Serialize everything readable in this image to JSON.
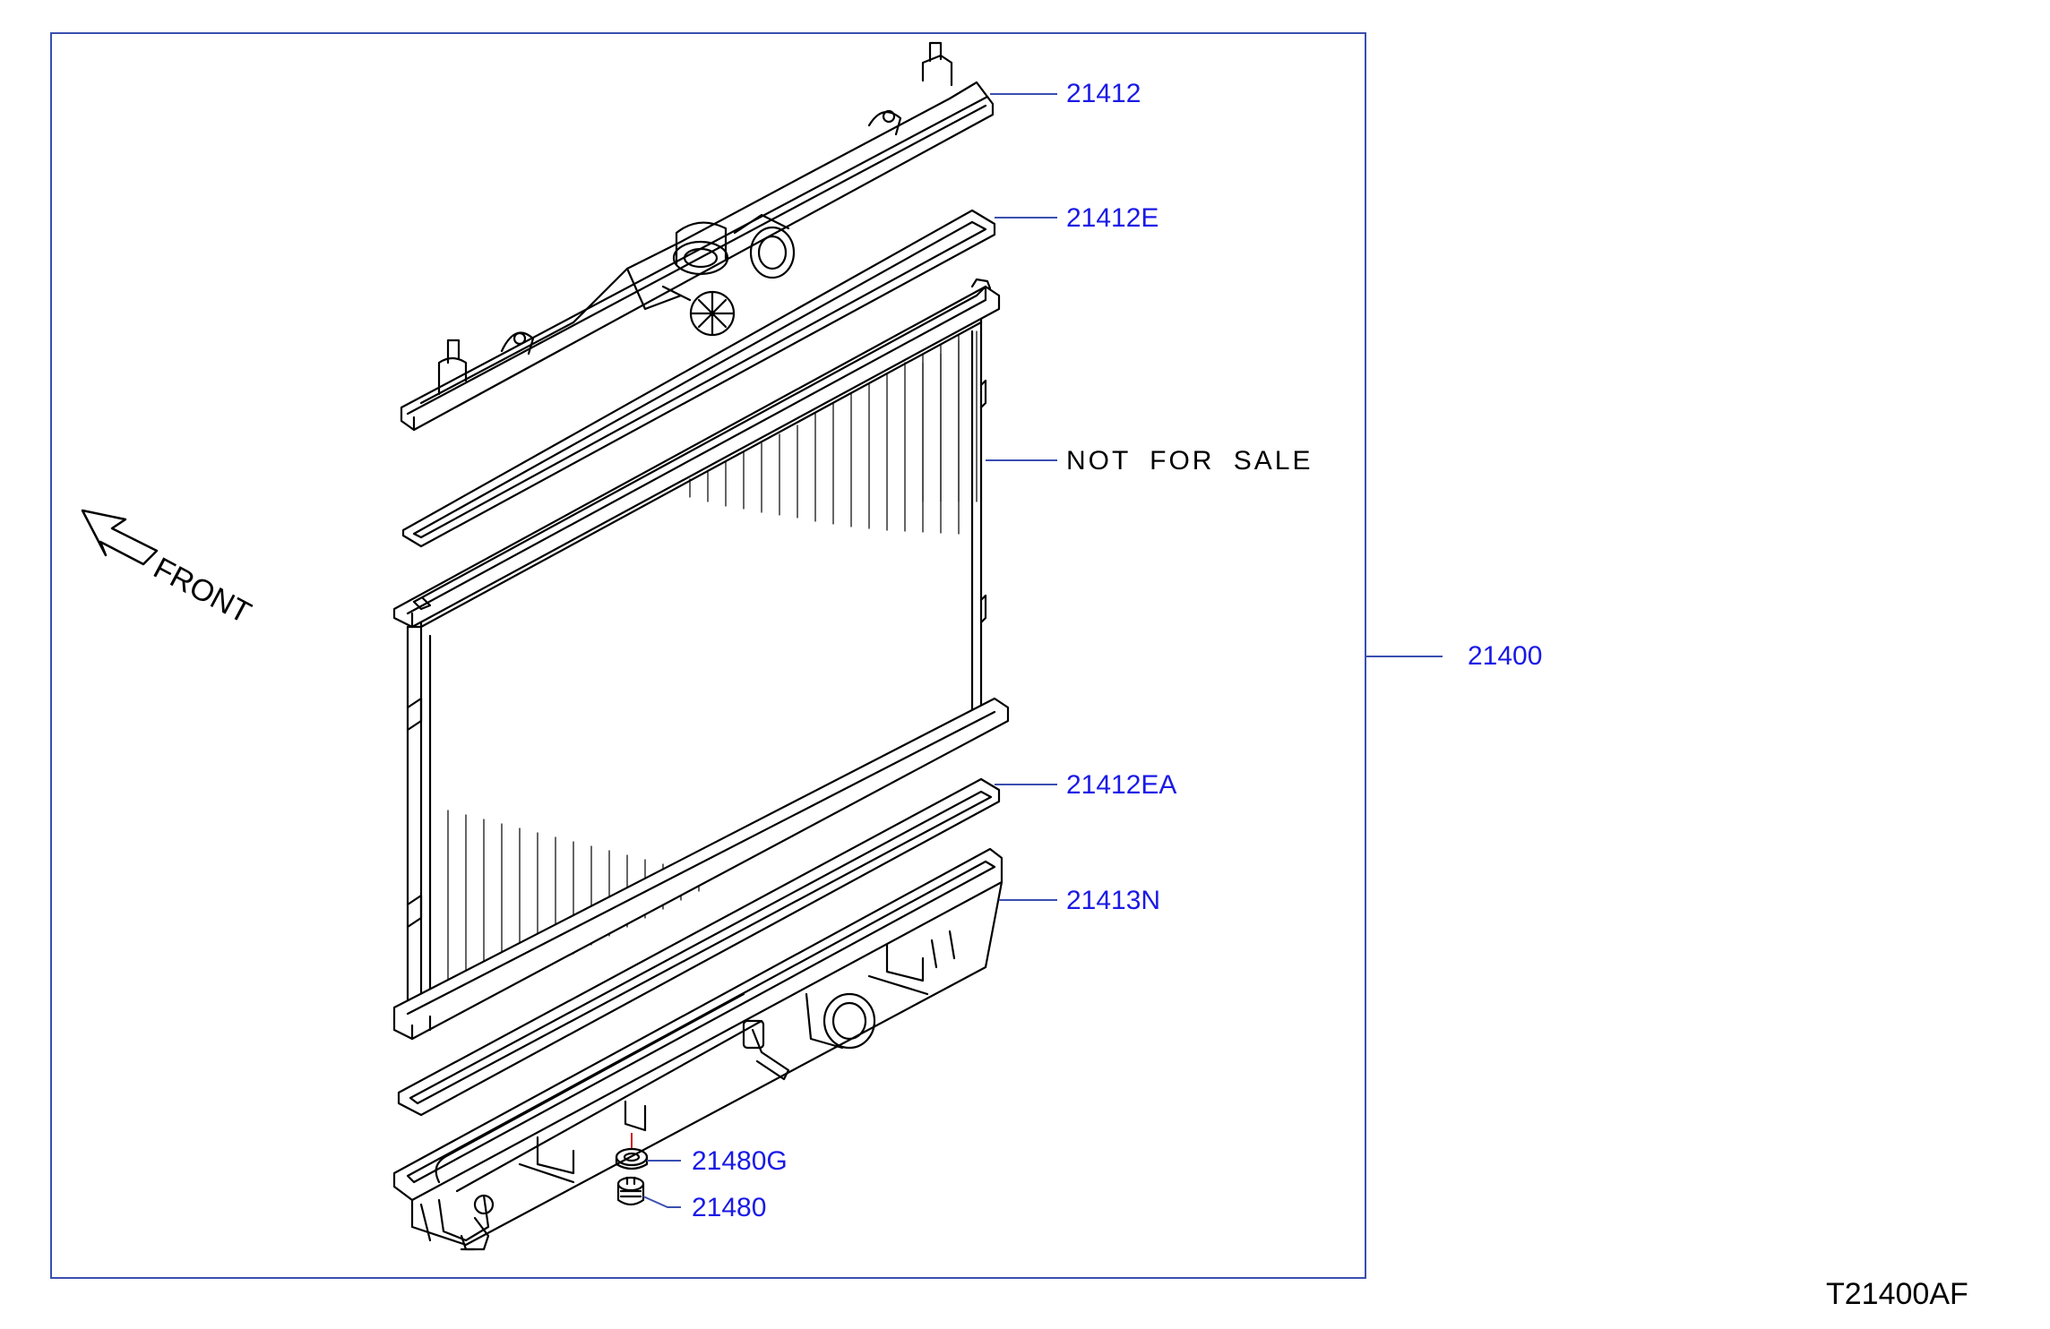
{
  "callouts": {
    "c1": "21412",
    "c2": "21412E",
    "c3": "NOT FOR SALE",
    "c4": "21400",
    "c5": "21412EA",
    "c6": "21413N",
    "c7": "21480G",
    "c8": "21480"
  },
  "direction_label": "FRONT",
  "figure_code": "T21400AF",
  "colors": {
    "frame": "#3a4fb0",
    "callout_text": "#1a1ae6",
    "ink": "#000000",
    "drain_leader": "#d22020"
  }
}
